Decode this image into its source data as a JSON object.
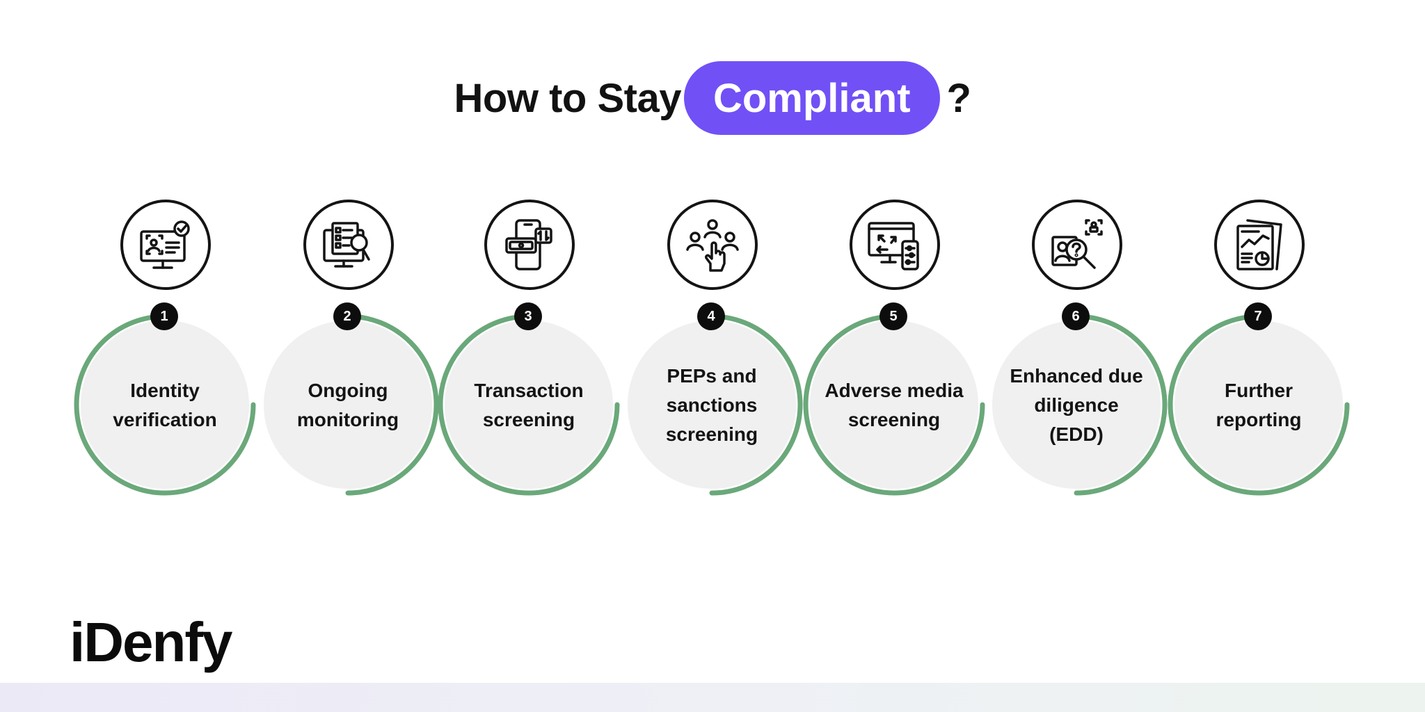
{
  "title": {
    "before": "How to Stay",
    "highlight": "Compliant",
    "after": "?"
  },
  "steps": [
    {
      "number": "1",
      "label": "Identity verification",
      "icon": "id-monitor-icon"
    },
    {
      "number": "2",
      "label": "Ongoing monitoring",
      "icon": "checklist-search-icon"
    },
    {
      "number": "3",
      "label": "Transaction screening",
      "icon": "phone-transfer-icon"
    },
    {
      "number": "4",
      "label": "PEPs and sanctions screening",
      "icon": "people-select-icon"
    },
    {
      "number": "5",
      "label": "Adverse media screening",
      "icon": "media-screen-icon"
    },
    {
      "number": "6",
      "label": "Enhanced due diligence (EDD)",
      "icon": "profile-question-icon"
    },
    {
      "number": "7",
      "label": "Further reporting",
      "icon": "report-chart-icon"
    }
  ],
  "logo": "iDenfy",
  "colors": {
    "accent": "#7150f6",
    "ring": "#6aa87a",
    "circle_fill": "#eff0ef",
    "dark": "#141414"
  }
}
